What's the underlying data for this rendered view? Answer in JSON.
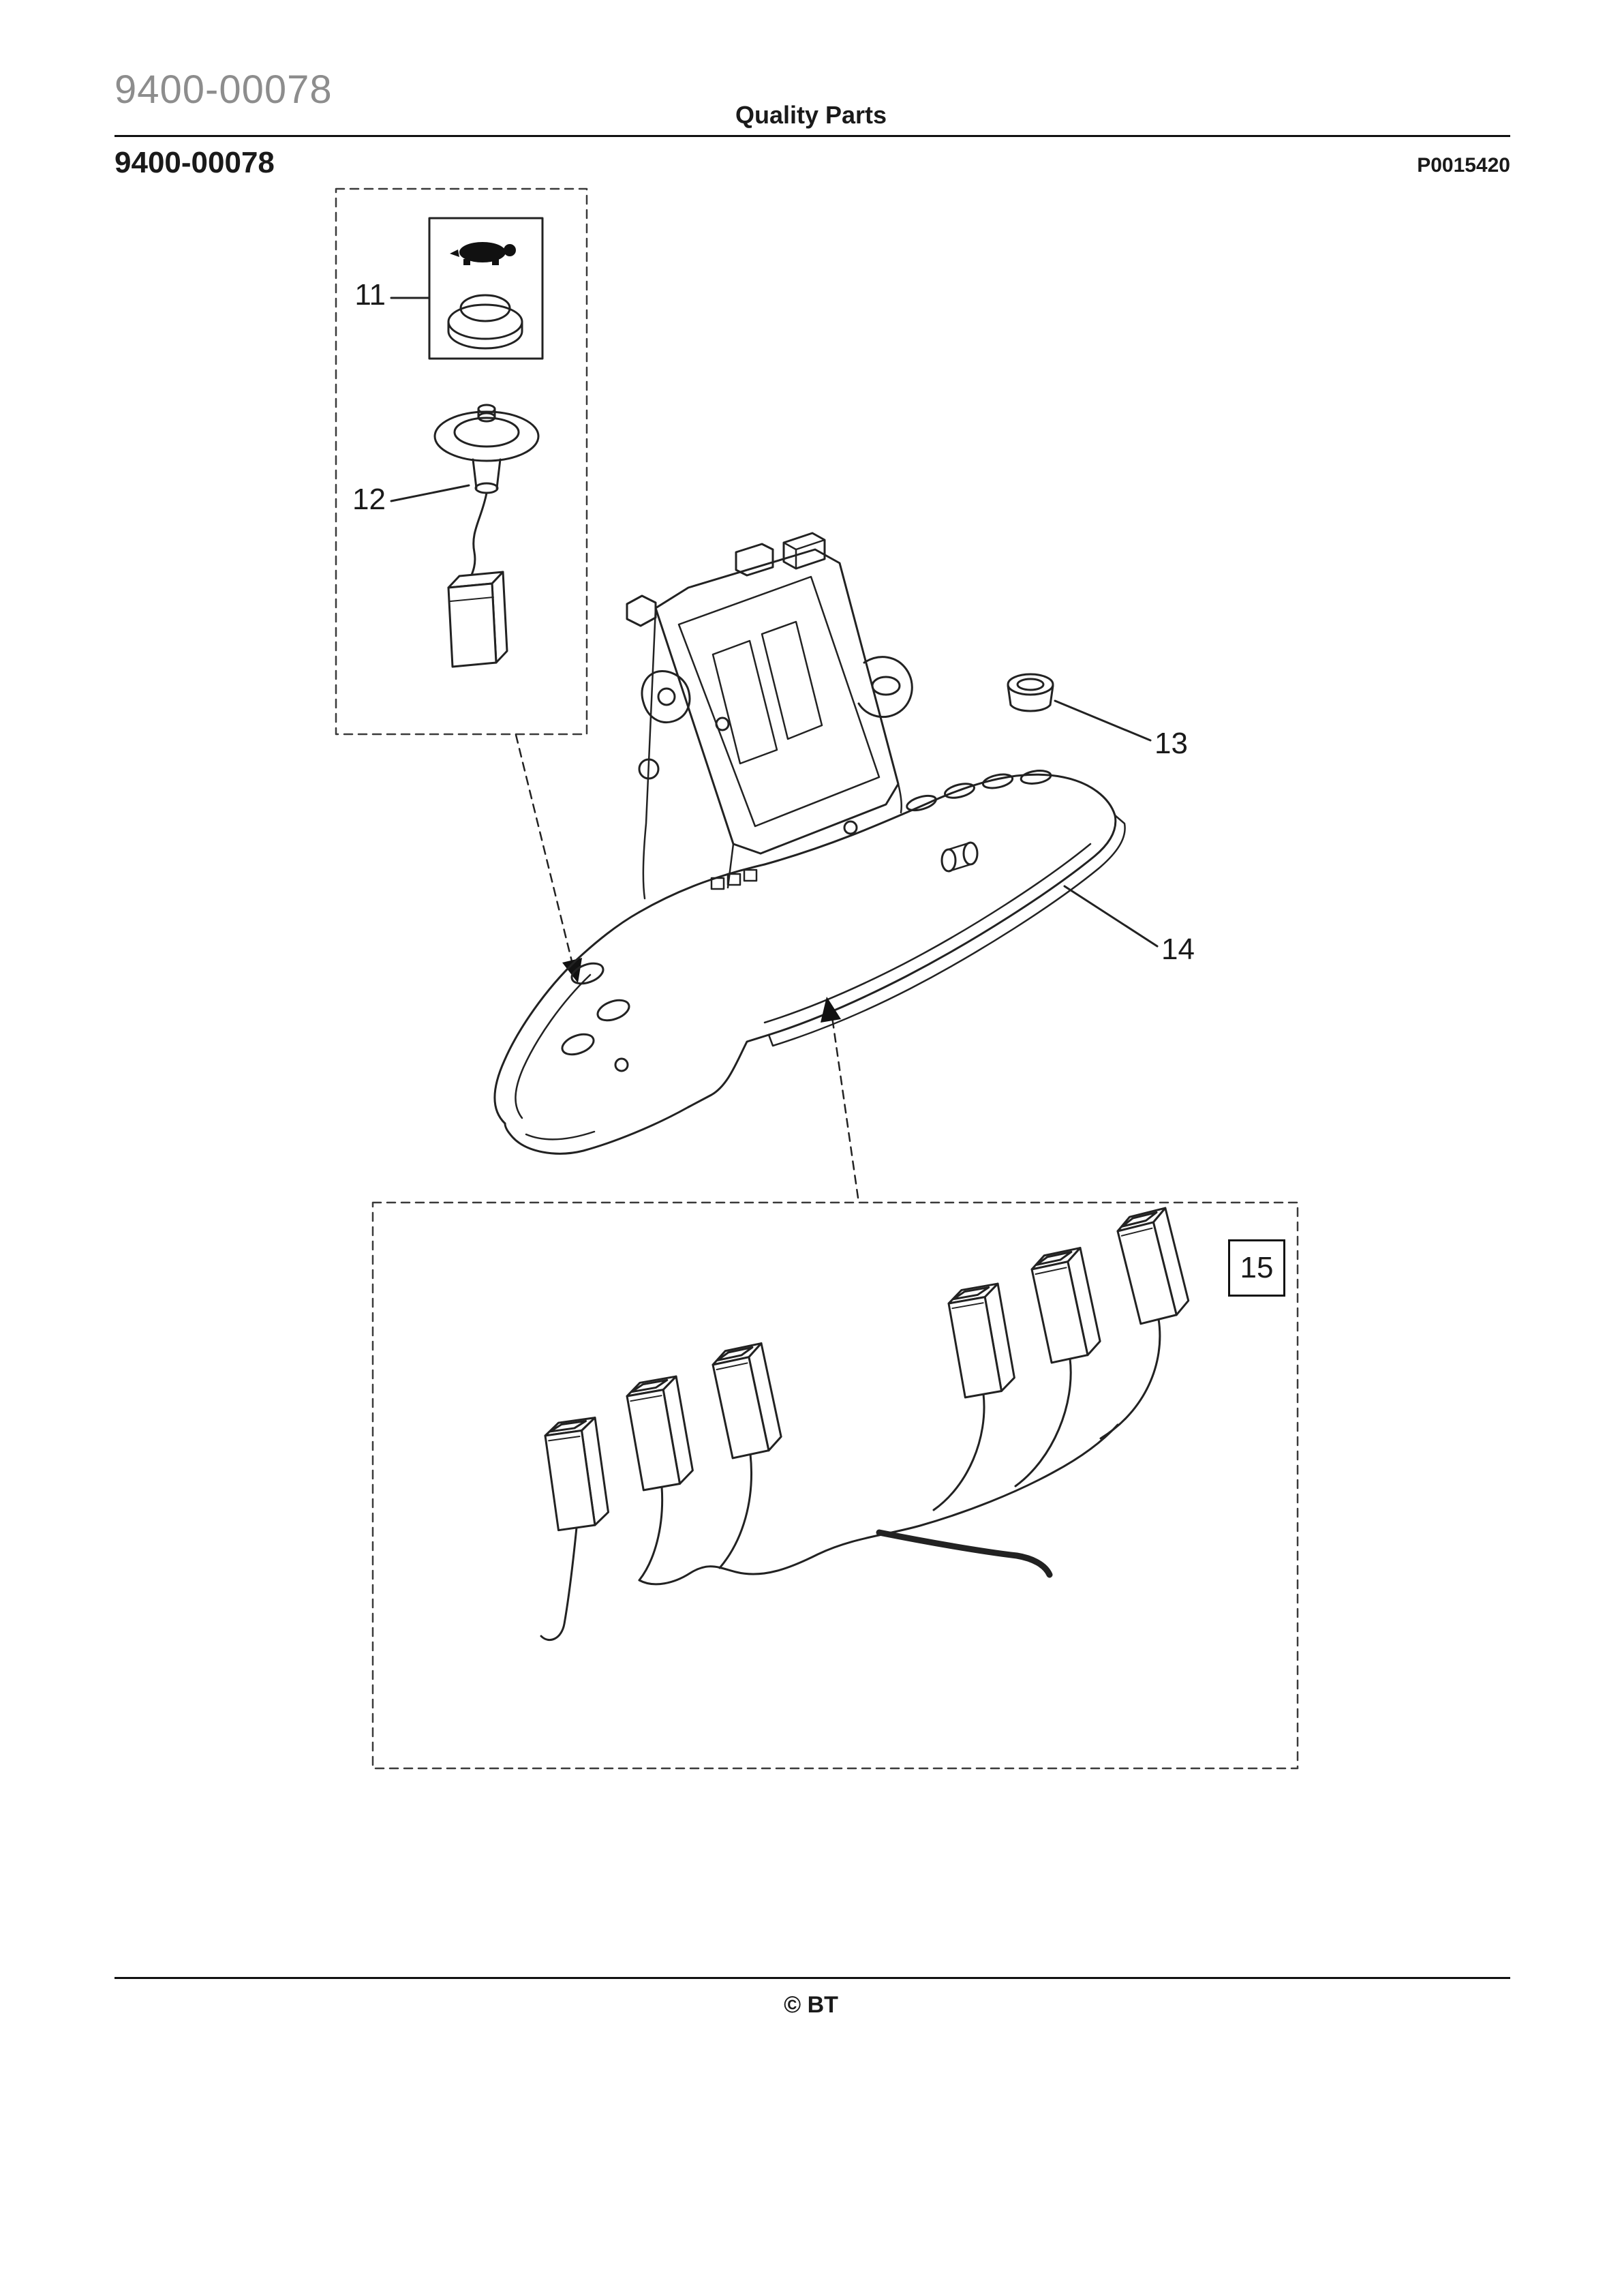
{
  "page": {
    "header": {
      "doc_number_gray": "9400-00078",
      "center_title": "Quality Parts",
      "doc_number_bold": "9400-00078",
      "drawing_code": "P0015420"
    },
    "callouts": {
      "item_11": "11",
      "item_12": "12",
      "item_13": "13",
      "item_14": "14",
      "item_15": "15"
    },
    "footer": {
      "copyright": "© BT"
    },
    "colors": {
      "ink": "#1a1a1a",
      "muted_gray": "#8d8d8d"
    }
  }
}
